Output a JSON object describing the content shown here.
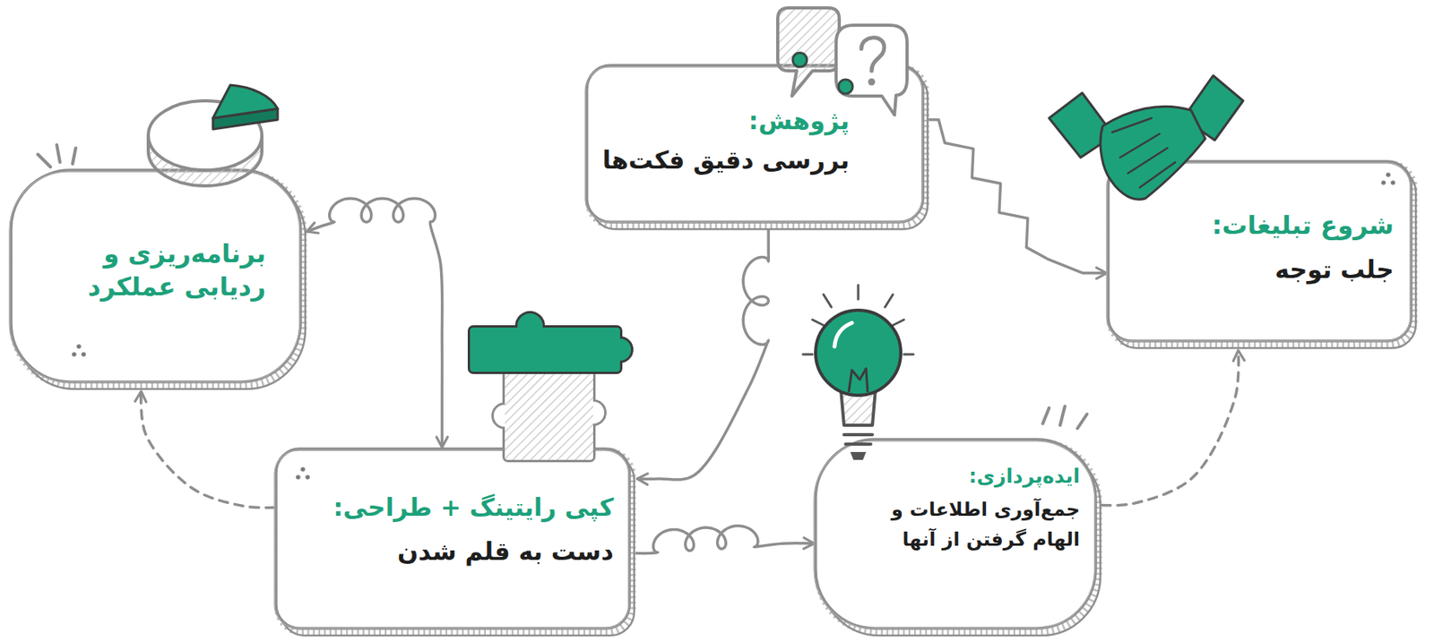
{
  "diagram": {
    "nodes": [
      {
        "text": [
          "پژوهش:",
          "بررسی دقیق فکت‌ها"
        ]
      },
      {
        "text": [
          "شروع تبلیغات:",
          "جلب توجه"
        ]
      },
      {
        "text": [
          "برنامه‌ریزی و ردیابی عملکرد"
        ]
      },
      {
        "text": [
          "کپی رایتینگ + طراحی:",
          "دست به قلم شدن"
        ]
      },
      {
        "text": [
          "ایده‌پردازی:",
          "جمع‌آوری اطلاعات و الهام گرفتن از آنها"
        ]
      }
    ],
    "edges": [
      {
        "from": 0,
        "to": 1,
        "arrow": "to"
      },
      {
        "from": 2,
        "to": 3,
        "arrow": "both"
      },
      {
        "from": 0,
        "to": 3,
        "arrow": "to"
      },
      {
        "from": 3,
        "to": 4,
        "arrow": "to"
      },
      {
        "from": 3,
        "to": 2,
        "arrow": "to"
      },
      {
        "from": 4,
        "to": 1,
        "arrow": "to"
      }
    ]
  }
}
